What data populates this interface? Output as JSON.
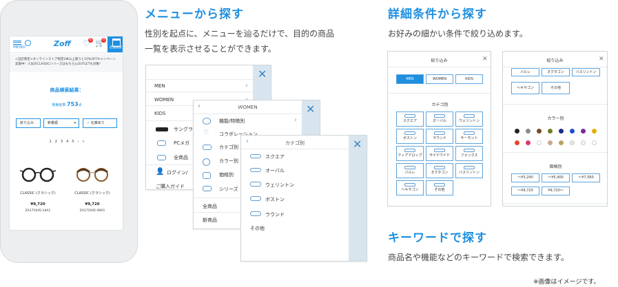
{
  "phone": {
    "logo": "Zoff",
    "menu_label": "MENU",
    "heart_badge": "0",
    "cart_badge": "0",
    "store_label": "店舗検索",
    "notice_line1": "<当店限定>オンラインストア限定2本以上買うと10%OFFキャンペーン",
    "notice_line2": "実施中！人気のCLASSICシリーズはもちろんOUTLETも対象！",
    "result_title": "商品検索結果：",
    "result_prefix": "検索結果",
    "result_count": "753",
    "result_suffix": "点",
    "btn_filter": "絞り込み",
    "btn_sort": "新着順",
    "btn_stock": "在庫あり",
    "pages": [
      "1",
      "2",
      "3",
      "4",
      "5",
      "›",
      "»"
    ],
    "products": [
      {
        "name": "CLASSIC (クラシック)",
        "price": "¥9,720",
        "code": "ZA171045-14A1"
      },
      {
        "name": "CLASSIC (クラシック)",
        "price": "¥9,720",
        "code": "ZA171045-49A1"
      }
    ]
  },
  "menu_section": {
    "title": "メニューから探す",
    "desc_line1": "性別を起点に、メニューを辿るだけで、目的の商品",
    "desc_line2": "一覧を表示させることができます。",
    "panel1_items": [
      "MEN",
      "WOMEN",
      "KIDS"
    ],
    "panel1_lower": [
      "サングラ",
      "PCメガ",
      "全商品",
      "ログイン/",
      "ご購入ガイド"
    ],
    "panel2_title": "WOMEN",
    "panel2_items": [
      "機能/特徴別",
      "コラボレーション",
      "カテゴ別",
      "カラー別",
      "価格別",
      "シリーズ"
    ],
    "panel2_lower": [
      "全商品",
      "新商品"
    ],
    "panel3_title": "カテゴ別",
    "panel3_items": [
      "スクエア",
      "オーバル",
      "ウェリントン",
      "ボストン",
      "ラウンド",
      "その他"
    ]
  },
  "detail_section": {
    "title": "詳細条件から探す",
    "desc": "お好みの細かい条件で絞り込めます。",
    "fp1_title": "絞り込み",
    "gender": [
      "MEN",
      "WOMEN",
      "KIDS"
    ],
    "shape_title": "カテゴ別",
    "shapes": [
      "スクエア",
      "オーバル",
      "ウェリントン",
      "ボストン",
      "ラウンド",
      "サーモント",
      "ティアドロップ",
      "サイドワイド",
      "フォックス",
      "バルレ",
      "オクタゴン",
      "バスリントン",
      "ヘキサゴン",
      "その他"
    ],
    "fp2_title": "絞り込み",
    "fp2_shapes": [
      "バルレ",
      "オクタゴン",
      "バスリントン",
      "ヘキサゴン",
      "その他"
    ],
    "color_title": "カラー別",
    "colors_row1": [
      "#222222",
      "#8a8a8a",
      "#7a4a22",
      "#6d7f1a",
      "#1a2e8c",
      "#1e4fd0",
      "#7a2a9a",
      "#e0b000"
    ],
    "colors_row2": [
      "#e3452b",
      "#d63a6a",
      "#ffffff",
      "#c9a98a",
      "#b8a36a",
      "#e6e6e6",
      "#f4f4f4",
      "#ffffff"
    ],
    "price_title": "価格別",
    "prices": [
      "〜¥3,240",
      "〜¥5,400",
      "〜¥7,560",
      "〜¥9,720",
      "¥9,720〜"
    ]
  },
  "keyword_section": {
    "title": "キーワードで探す",
    "desc": "商品名や機能などのキーワードで検索できます。"
  },
  "footnote": "※画像はイメージです。",
  "icons": {
    "close": "close-icon",
    "chevron": "chevron-right-icon",
    "back": "chevron-left-icon",
    "search": "search-icon",
    "heart": "heart-icon",
    "cart": "cart-icon",
    "menu": "menu-icon"
  },
  "colors": {
    "accent": "#1f8fe0",
    "panel_side": "#d9e5ee"
  }
}
